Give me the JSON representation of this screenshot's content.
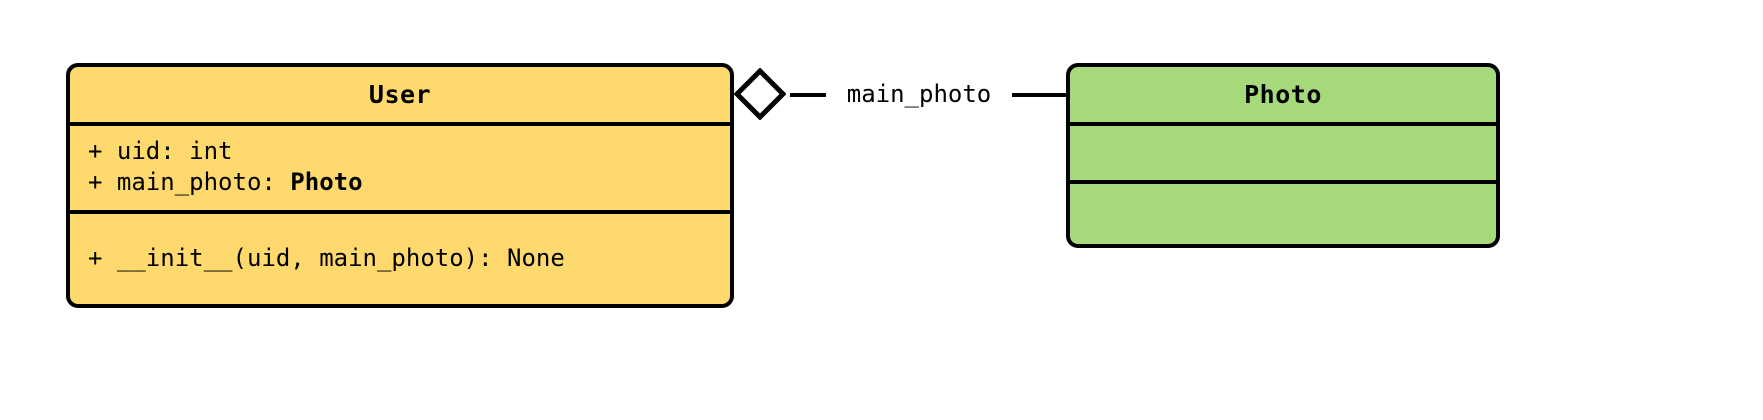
{
  "diagram": {
    "type": "uml-class-diagram",
    "classes": [
      {
        "name": "User",
        "fill_color": "#FDD96E",
        "border_color": "#000000",
        "attributes": [
          {
            "visibility": "+",
            "text": "+ uid: int",
            "plain": "+ uid: ",
            "type_name": ""
          },
          {
            "visibility": "+",
            "text": "+ main_photo: Photo",
            "plain": "+ main_photo: ",
            "type_name": "Photo"
          }
        ],
        "methods": [
          {
            "visibility": "+",
            "text": "+ __init__(uid, main_photo): None"
          }
        ]
      },
      {
        "name": "Photo",
        "fill_color": "#A5D97A",
        "border_color": "#000000",
        "attributes": [],
        "methods": []
      }
    ],
    "relationships": [
      {
        "kind": "aggregation",
        "label": "main_photo",
        "source": "User",
        "target": "Photo",
        "diamond_fill": "#ffffff",
        "diamond_stroke": "#000000"
      }
    ]
  }
}
